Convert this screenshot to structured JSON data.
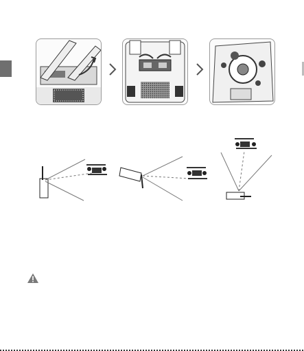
{
  "page": {
    "section_tab": "",
    "steps": [
      {
        "id": "step-1",
        "icon": "antenna-unfold-illustration"
      },
      {
        "id": "step-2",
        "icon": "controller-stick-release-illustration"
      },
      {
        "id": "step-3",
        "icon": "control-stick-mount-illustration"
      }
    ],
    "antenna_positions": [
      {
        "id": "antenna-vertical",
        "icon": "vertical-antenna-illustration"
      },
      {
        "id": "antenna-angled",
        "icon": "angled-antenna-illustration"
      },
      {
        "id": "antenna-flat",
        "icon": "flat-antenna-illustration"
      }
    ],
    "warning_icon": "warning-triangle-icon"
  },
  "colors": {
    "panel_border": "#9a9a9a",
    "line": "#333333",
    "tab": "#6f6f6f"
  }
}
